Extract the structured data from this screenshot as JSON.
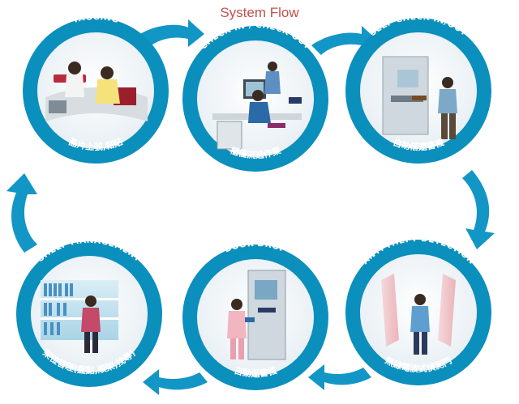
{
  "title": "System Flow",
  "colors": {
    "ring": "#0b8fbd",
    "ring_dark": "#0a7aa3",
    "arrow": "#1296c6",
    "title": "#c0504d"
  },
  "stations": [
    {
      "id": "tagging",
      "label_top": "TAGGING",
      "label_bottom": "晶片上號,黏貼"
    },
    {
      "id": "check-in-out",
      "label_top": "CHECK IN / CHECK OUT",
      "label_bottom": "櫃檯流通作業"
    },
    {
      "id": "self-check",
      "label_top": "SELF CHECK IN/OUT",
      "label_bottom": "自助借還書機"
    },
    {
      "id": "anti-theft",
      "label_top": "ANTI-THEFT DETECTION",
      "label_bottom": "無線電波式偵測門"
    },
    {
      "id": "book-drop",
      "label_top": "BOOK DROP",
      "label_bottom": "自動還書機"
    },
    {
      "id": "shelf-mgmt",
      "label_top": "SHELF MANAGEMENT",
      "label_bottom": "架位管理(盤點,順架,找尋)"
    }
  ]
}
